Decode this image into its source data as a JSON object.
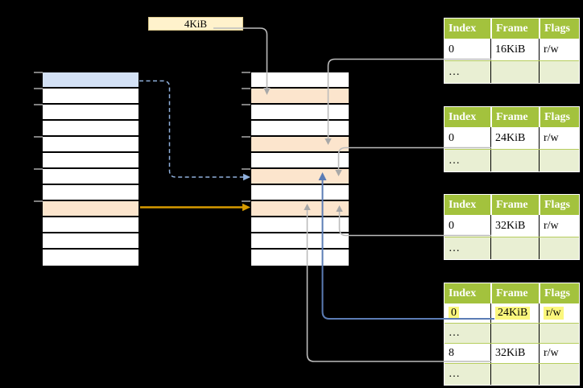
{
  "page_size_box": {
    "label": "4KiB"
  },
  "colors": {
    "virtual_highlight_blue": "#d3e1f5",
    "page_highlight_orange": "#fce5cd",
    "page_size_fill": "#fff2cc",
    "table_header_green": "#a3c23d",
    "table_alt_row_green": "#e9efd3",
    "entry_highlight_yellow": "#fbf77d",
    "arrow_gray": "#bcbcbc",
    "arrow_blue": "#5b7cb5",
    "arrow_dashed_blue": "#8fb0dc",
    "arrow_orange": "#d79b00"
  },
  "memory_columns": {
    "left": {
      "row_count": 12,
      "blue_rows": [
        0
      ],
      "orange_rows": [
        8
      ]
    },
    "middle": {
      "row_count": 12,
      "blue_rows": [],
      "orange_rows": [
        1,
        4,
        6,
        8
      ]
    }
  },
  "page_tables": [
    {
      "headers": [
        "Index",
        "Frame",
        "Flags"
      ],
      "rows": [
        {
          "cells": [
            "0",
            "16KiB",
            "r/w"
          ],
          "highlight": false
        },
        {
          "cells": [
            "…",
            "",
            ""
          ],
          "highlight": false
        }
      ]
    },
    {
      "headers": [
        "Index",
        "Frame",
        "Flags"
      ],
      "rows": [
        {
          "cells": [
            "0",
            "24KiB",
            "r/w"
          ],
          "highlight": false
        },
        {
          "cells": [
            "…",
            "",
            ""
          ],
          "highlight": false
        }
      ]
    },
    {
      "headers": [
        "Index",
        "Frame",
        "Flags"
      ],
      "rows": [
        {
          "cells": [
            "0",
            "32KiB",
            "r/w"
          ],
          "highlight": false
        },
        {
          "cells": [
            "…",
            "",
            ""
          ],
          "highlight": false
        }
      ]
    },
    {
      "headers": [
        "Index",
        "Frame",
        "Flags"
      ],
      "rows": [
        {
          "cells": [
            "0",
            "24KiB",
            "r/w"
          ],
          "highlight": true
        },
        {
          "cells": [
            "…",
            "",
            ""
          ],
          "highlight": false
        },
        {
          "cells": [
            "8",
            "32KiB",
            "r/w"
          ],
          "highlight": false
        },
        {
          "cells": [
            "…",
            "",
            ""
          ],
          "highlight": false
        }
      ]
    }
  ]
}
